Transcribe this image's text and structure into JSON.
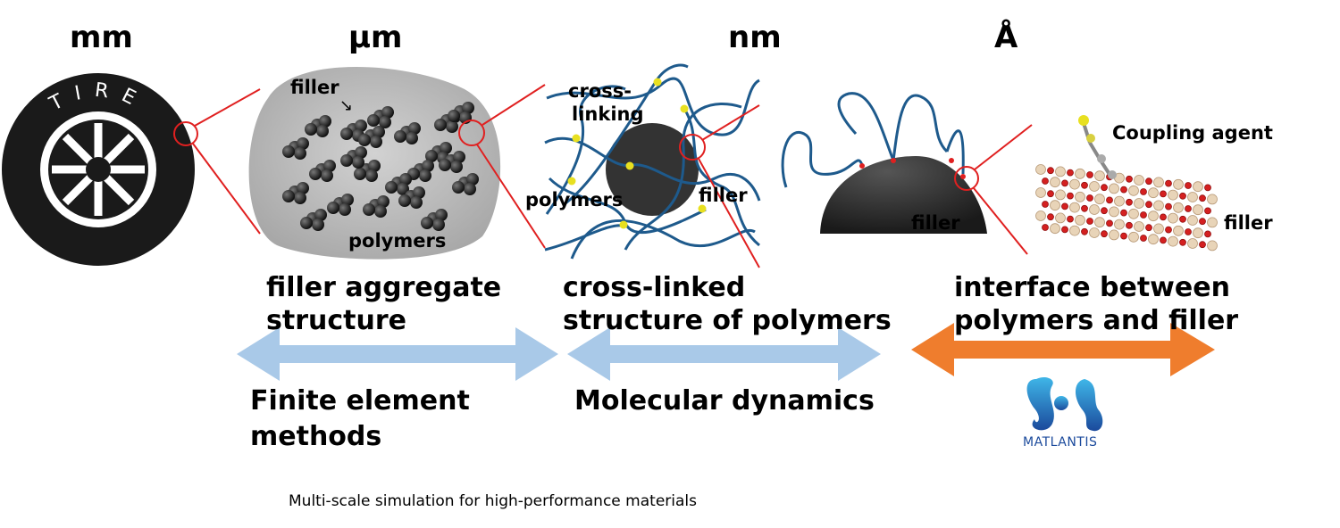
{
  "scales": {
    "mm": "mm",
    "um": "µm",
    "nm": "nm",
    "angstrom": "Å"
  },
  "tire_text": "TIRE",
  "labels": {
    "filler_um": "filler",
    "polymers_um": "polymers",
    "cross_linking_1": "cross-",
    "cross_linking_2": "linking",
    "polymers_nm": "polymers",
    "filler_nm": "filler",
    "filler_ang": "filler",
    "coupling_agent": "Coupling agent",
    "filler_atomic": "filler"
  },
  "titles": {
    "aggregate_1": "filler aggregate",
    "aggregate_2": "structure",
    "crosslinked_1": "cross-linked",
    "crosslinked_2": "structure of polymers",
    "interface_1": "interface between",
    "interface_2": "polymers and filler"
  },
  "methods": {
    "fem_1": "Finite element",
    "fem_2": "methods",
    "md": "Molecular dynamics"
  },
  "brand": "MATLANTIS",
  "caption": "Multi-scale simulation for high-performance materials",
  "colors": {
    "arrow_blue": "#a9c9e8",
    "arrow_orange": "#ef7d2d",
    "zoom_red": "#e02020",
    "polymer_blue": "#1e5a8c",
    "crosslink_yellow": "#e8e020",
    "matlantis_blue": "#1b4a9c"
  }
}
